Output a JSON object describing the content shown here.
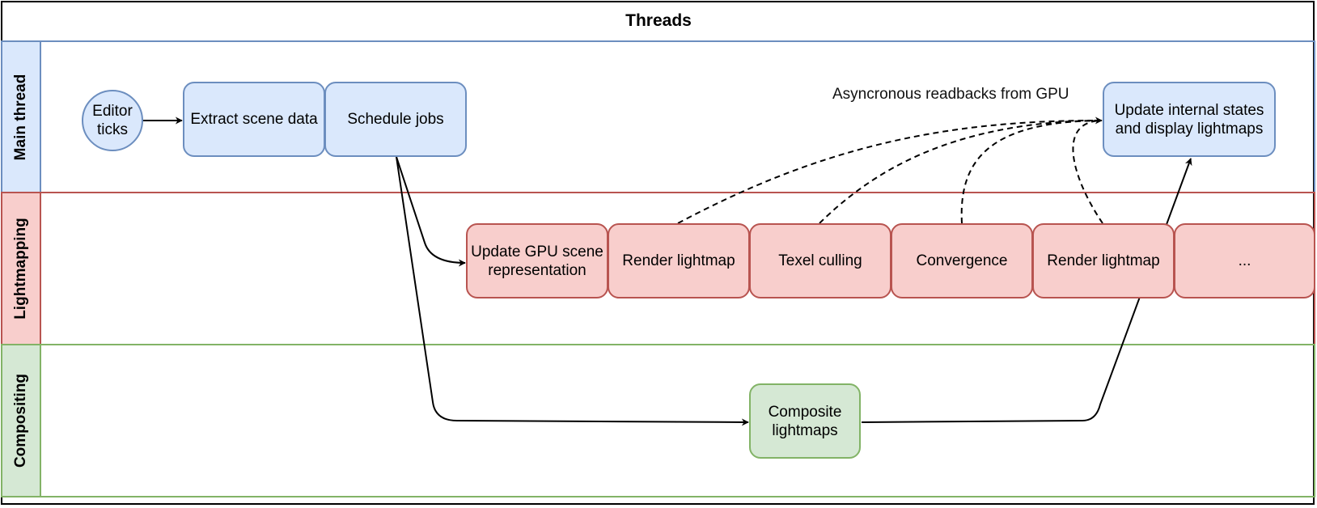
{
  "title": "Threads",
  "lanes": {
    "main": "Main thread",
    "lightmapping": "Lightmapping",
    "compositing": "Compositing"
  },
  "nodes": {
    "editor_ticks": "Editor ticks",
    "extract_scene": "Extract scene data",
    "schedule_jobs": "Schedule jobs",
    "update_internal": "Update internal states and display lightmaps",
    "update_gpu": "Update GPU scene representation",
    "render_lightmap_1": "Render lightmap",
    "texel_culling": "Texel culling",
    "convergence": "Convergence",
    "render_lightmap_2": "Render lightmap",
    "ellipsis": "...",
    "composite": "Composite lightmaps"
  },
  "annotation": "Asyncronous readbacks from GPU",
  "colors": {
    "main_fill": "#dae8fc",
    "main_stroke": "#6c8ebf",
    "light_fill": "#f8cecc",
    "light_stroke": "#b85450",
    "comp_fill": "#d5e8d4",
    "comp_stroke": "#82b366"
  }
}
